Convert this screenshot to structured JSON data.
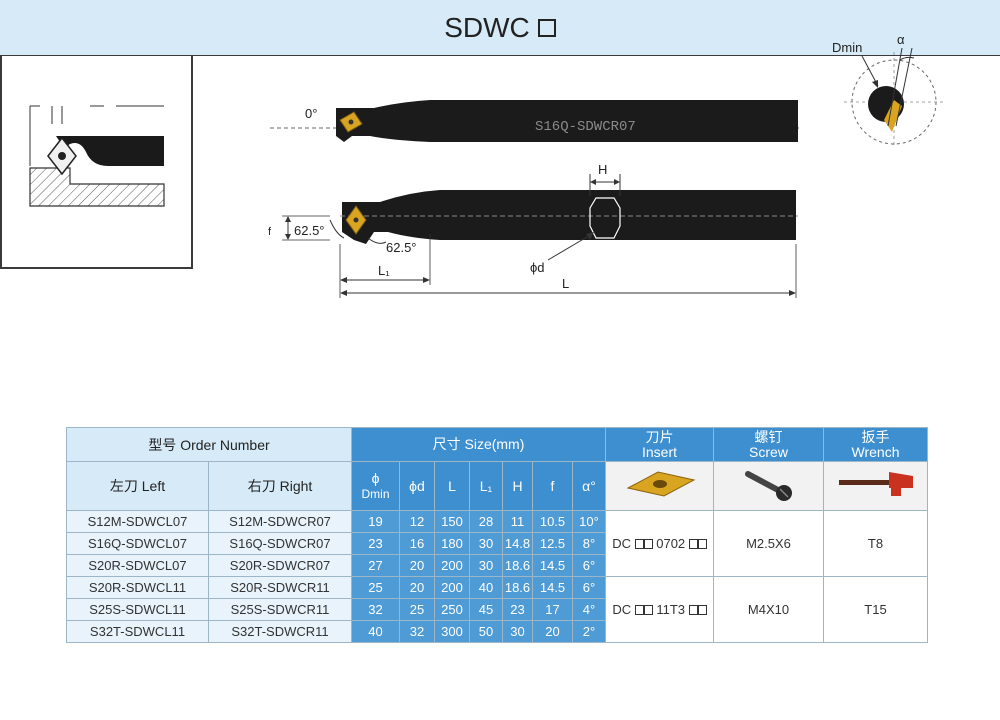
{
  "title": {
    "text": "SDWC"
  },
  "drawing": {
    "label_0deg": "0°",
    "shank_engraving": "S16Q-SDWCR07",
    "label_H": "H",
    "label_f": "f",
    "label_angle_a": "62.5°",
    "label_angle_b": "62.5°",
    "label_d": "ϕd",
    "label_L1": "L₁",
    "label_L": "L",
    "label_dmin": "Dmin",
    "label_alpha": "α"
  },
  "table": {
    "header": {
      "order_number": "型号 Order Number",
      "size": "尺寸 Size(mm)",
      "insert_cn": "刀片",
      "insert_en": "Insert",
      "screw_cn": "螺钉",
      "screw_en": "Screw",
      "wrench_cn": "扳手",
      "wrench_en": "Wrench",
      "left": "左刀 Left",
      "right": "右刀 Right",
      "phi": "ϕ",
      "dmin": "Dmin",
      "d": "ϕd",
      "L": "L",
      "L1": "L₁",
      "H": "H",
      "f": "f",
      "alpha": "α°"
    },
    "rows": [
      {
        "left": "S12M-SDWCL07",
        "right": "S12M-SDWCR07",
        "dmin": "19",
        "d": "12",
        "L": "150",
        "L1": "28",
        "H": "11",
        "f": "10.5",
        "alpha": "10°"
      },
      {
        "left": "S16Q-SDWCL07",
        "right": "S16Q-SDWCR07",
        "dmin": "23",
        "d": "16",
        "L": "180",
        "L1": "30",
        "H": "14.8",
        "f": "12.5",
        "alpha": "8°"
      },
      {
        "left": "S20R-SDWCL07",
        "right": "S20R-SDWCR07",
        "dmin": "27",
        "d": "20",
        "L": "200",
        "L1": "30",
        "H": "18.6",
        "f": "14.5",
        "alpha": "6°"
      },
      {
        "left": "S20R-SDWCL11",
        "right": "S20R-SDWCR11",
        "dmin": "25",
        "d": "20",
        "L": "200",
        "L1": "40",
        "H": "18.6",
        "f": "14.5",
        "alpha": "6°"
      },
      {
        "left": "S25S-SDWCL11",
        "right": "S25S-SDWCR11",
        "dmin": "32",
        "d": "25",
        "L": "250",
        "L1": "45",
        "H": "23",
        "f": "17",
        "alpha": "4°"
      },
      {
        "left": "S32T-SDWCL11",
        "right": "S32T-SDWCR11",
        "dmin": "40",
        "d": "32",
        "L": "300",
        "L1": "50",
        "H": "30",
        "f": "20",
        "alpha": "2°"
      }
    ],
    "groups": [
      {
        "insert_prefix": "DC",
        "insert_mid": "0702",
        "screw": "M2.5X6",
        "wrench": "T8"
      },
      {
        "insert_prefix": "DC",
        "insert_mid": "11T3",
        "screw": "M4X10",
        "wrench": "T15"
      }
    ]
  },
  "colors": {
    "header_light": "#d6ebf7",
    "header_blue": "#3d8fd0",
    "cell_blue": "#4f9bd6",
    "insert_gold": "#d9a520",
    "wrench_red": "#c8321f"
  }
}
